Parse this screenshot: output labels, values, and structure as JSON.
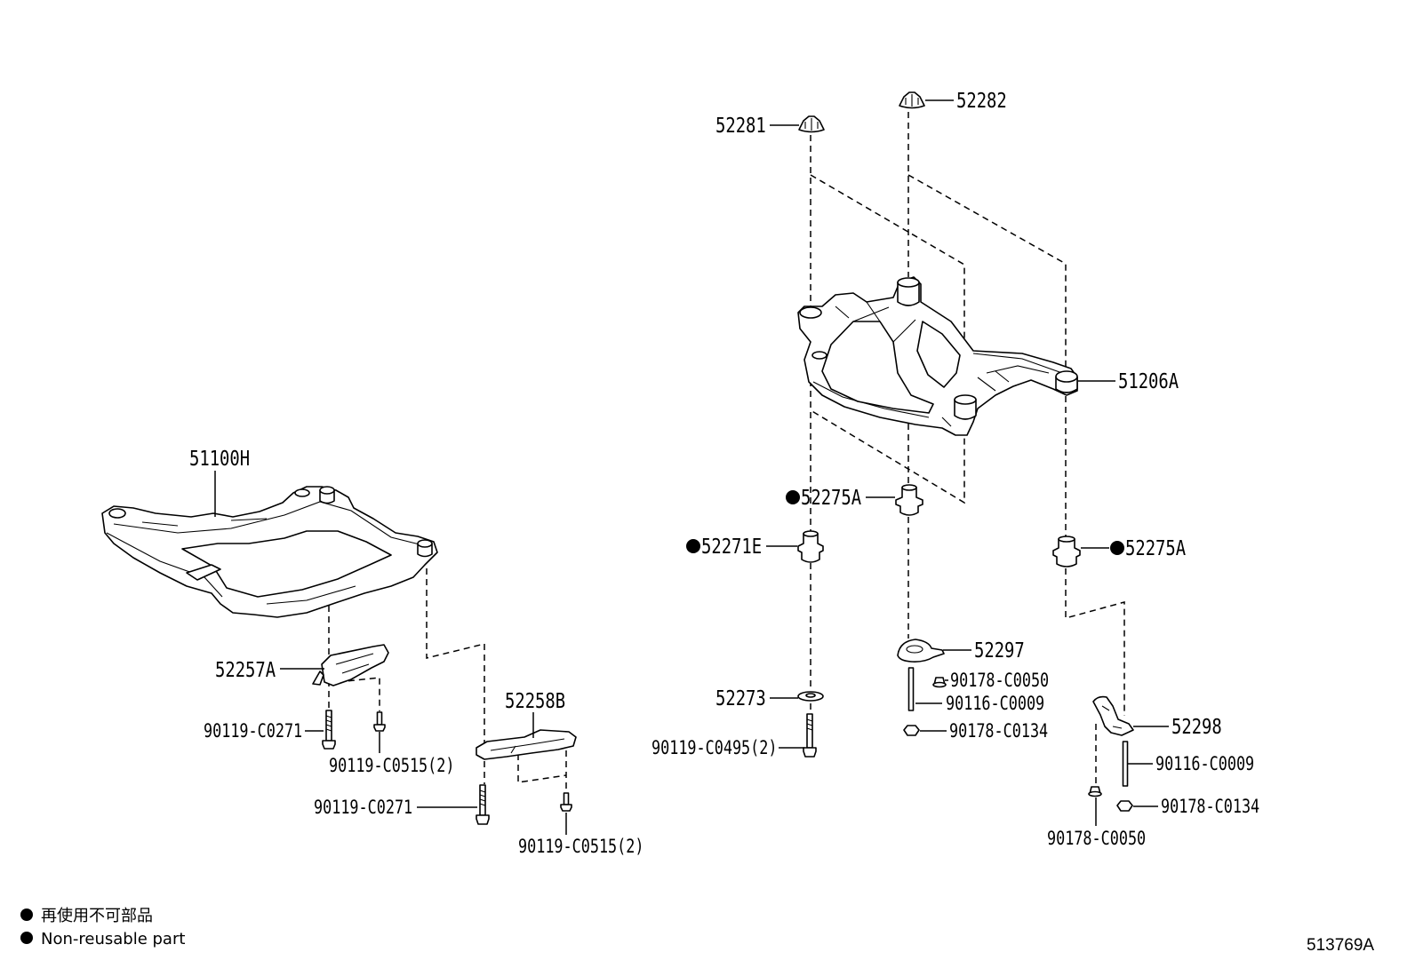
{
  "diagram": {
    "callouts": [
      {
        "text": "52281",
        "non_reusable": false
      },
      {
        "text": "52282",
        "non_reusable": false
      },
      {
        "text": "51206A",
        "non_reusable": false
      },
      {
        "text": "51100H",
        "non_reusable": false
      },
      {
        "text": "52275A",
        "non_reusable": true
      },
      {
        "text": "52271E",
        "non_reusable": true
      },
      {
        "text": "52275A",
        "non_reusable": true
      },
      {
        "text": "52257A",
        "non_reusable": false
      },
      {
        "text": "52297",
        "non_reusable": false
      },
      {
        "text": "90178-C0050",
        "non_reusable": false
      },
      {
        "text": "52273",
        "non_reusable": false
      },
      {
        "text": "90116-C0009",
        "non_reusable": false
      },
      {
        "text": "52258B",
        "non_reusable": false
      },
      {
        "text": "52298",
        "non_reusable": false
      },
      {
        "text": "90119-C0271",
        "non_reusable": false
      },
      {
        "text": "90178-C0134",
        "non_reusable": false
      },
      {
        "text": "90119-C0495(2)",
        "non_reusable": false
      },
      {
        "text": "90119-C0515(2)",
        "non_reusable": false
      },
      {
        "text": "90116-C0009",
        "non_reusable": false
      },
      {
        "text": "90119-C0271",
        "non_reusable": false
      },
      {
        "text": "90178-C0134",
        "non_reusable": false
      },
      {
        "text": "90178-C0050",
        "non_reusable": false
      },
      {
        "text": "90119-C0515(2)",
        "non_reusable": false
      }
    ]
  },
  "legend": {
    "items": [
      {
        "text": "再使用不可部品"
      },
      {
        "text": "Non-reusable part"
      }
    ]
  },
  "figure_code": "513769A",
  "colors": {
    "line": "#000000",
    "background": "#ffffff"
  }
}
